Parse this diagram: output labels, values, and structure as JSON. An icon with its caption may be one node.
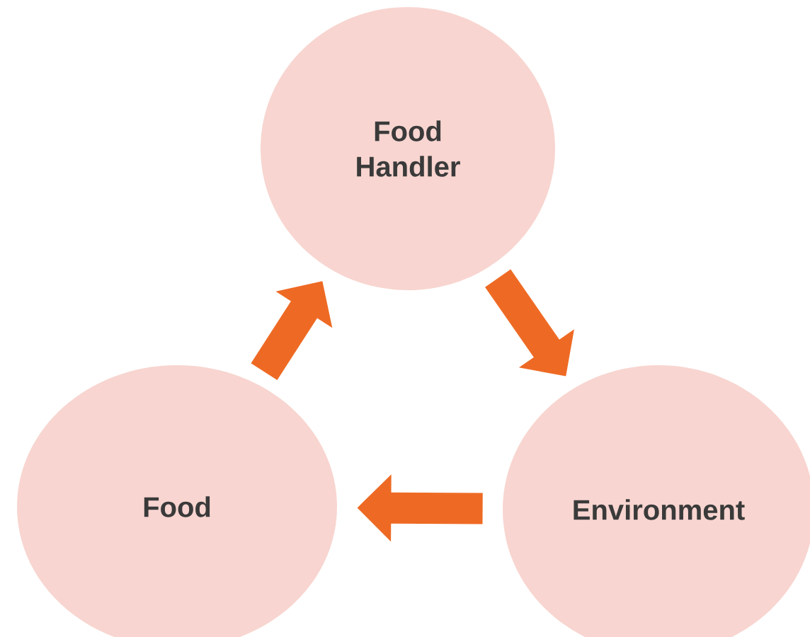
{
  "diagram": {
    "nodes": [
      {
        "text": [
          "Food Handler"
        ]
      },
      {
        "text": [
          "Environment"
        ]
      },
      {
        "text": [
          "Food"
        ]
      }
    ],
    "edges": [
      {
        "from": 0,
        "to": 1,
        "arrow": "to"
      },
      {
        "from": 1,
        "to": 2,
        "arrow": "to"
      },
      {
        "from": 2,
        "to": 0,
        "arrow": "to"
      }
    ]
  }
}
